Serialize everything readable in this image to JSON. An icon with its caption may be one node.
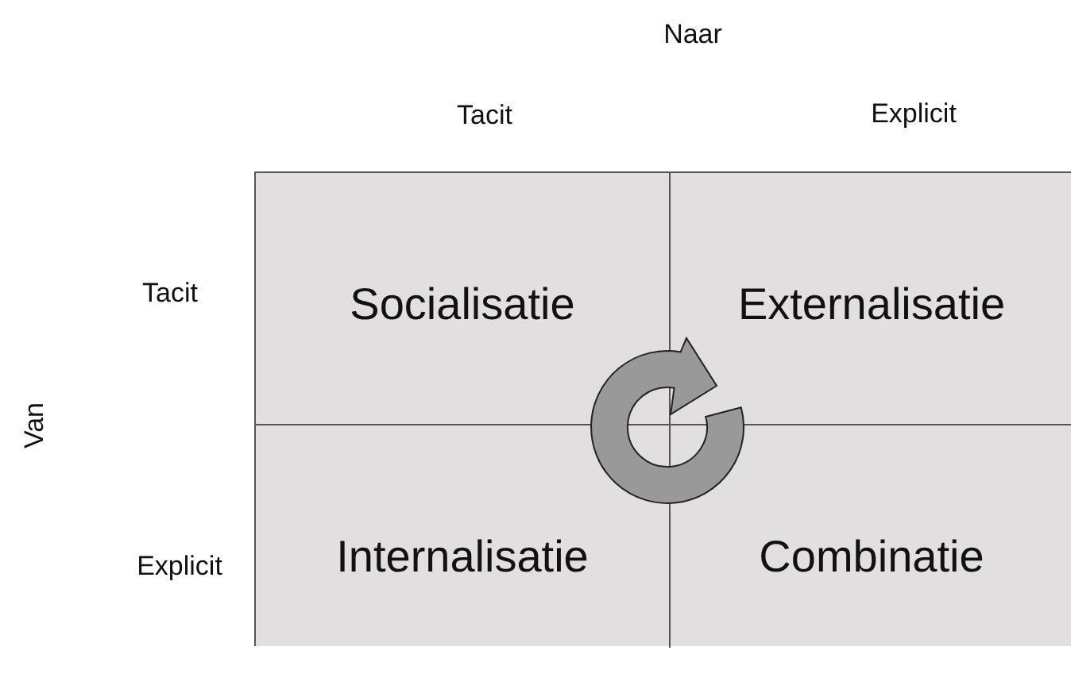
{
  "diagram": {
    "nodes": [
      {
        "text": [
          "Socialisatie"
        ]
      },
      {
        "text": [
          "Externalisatie"
        ]
      },
      {
        "text": [
          "Internalisatie"
        ]
      },
      {
        "text": [
          "Combinatie"
        ]
      }
    ],
    "labels": [
      "Naar",
      "Tacit",
      "Explicit",
      "Tacit",
      "Van",
      "Explicit"
    ]
  }
}
